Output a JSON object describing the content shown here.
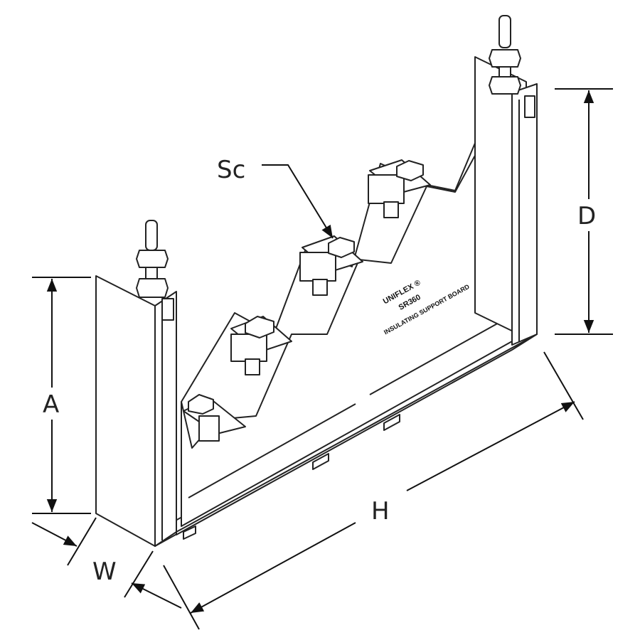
{
  "diagram": {
    "labels": {
      "sc": "Sc",
      "a": "A",
      "d": "D",
      "h": "H",
      "w": "W"
    },
    "logo": {
      "brand": "UNIFLEX ®",
      "model": "SR360",
      "caption": "INSULATING SUPPORT BOARD"
    },
    "colors": {
      "line": "#222222",
      "background": "#ffffff"
    }
  }
}
